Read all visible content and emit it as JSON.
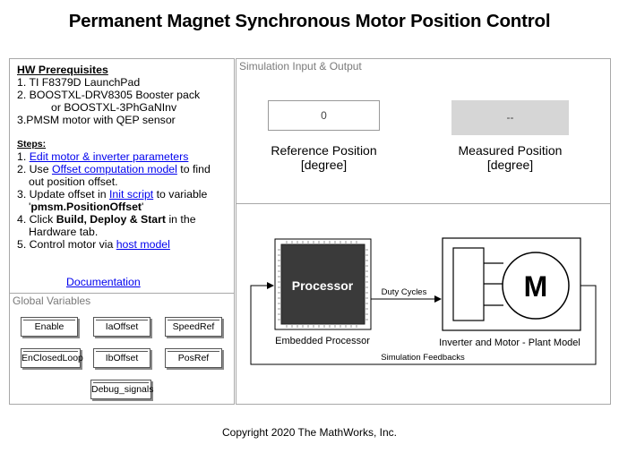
{
  "title": "Permanent Magnet Synchronous Motor Position Control",
  "hw": {
    "heading": "HW Prerequisites",
    "items": [
      "1. TI F8379D LaunchPad",
      "2. BOOSTXL-DRV8305 Booster pack",
      "or  BOOSTXL-3PhGaNInv",
      "3.PMSM motor with QEP sensor"
    ],
    "steps_heading": "Steps:",
    "step1_num": "1. ",
    "step1_link": "Edit motor & inverter parameters",
    "step2_pre": "2. Use ",
    "step2_link": "Offset computation model",
    "step2_post": " to find",
    "step2_line2": "out position offset.",
    "step3_pre": "3. Update offset in ",
    "step3_link": "Init script",
    "step3_post": " to variable",
    "step3_q1": "'",
    "step3_var": "pmsm.PositionOffset",
    "step3_q2": "'",
    "step4_pre": "4. Click  ",
    "step4_bold": "Build, Deploy & Start",
    "step4_post": " in the",
    "step4_line2": "Hardware tab.",
    "step5_pre": "5. Control motor via ",
    "step5_link": "host model",
    "doc_link": "Documentation"
  },
  "global_vars": {
    "label": "Global Variables",
    "buttons": [
      "Enable",
      "IaOffset",
      "SpeedRef",
      "EnClosedLoop",
      "IbOffset",
      "PosRef",
      "Debug_signals"
    ]
  },
  "sim": {
    "label": "Simulation Input & Output",
    "ref_value": "0",
    "ref_label": "Reference Position",
    "ref_unit": "[degree]",
    "meas_value": "--",
    "meas_label": "Measured Position",
    "meas_unit": "[degree]"
  },
  "model": {
    "processor_text": "Processor",
    "processor_label": "Embedded Processor",
    "duty_label": "Duty Cycles",
    "motor_text": "M",
    "plant_label": "Inverter and Motor - Plant Model",
    "feedback_label": "Simulation Feedbacks"
  },
  "copyright": "Copyright 2020 The MathWorks, Inc.",
  "colors": {
    "link": "#0000ee",
    "panel_border": "#a8a8a8",
    "chip": "#3a3a3a"
  }
}
